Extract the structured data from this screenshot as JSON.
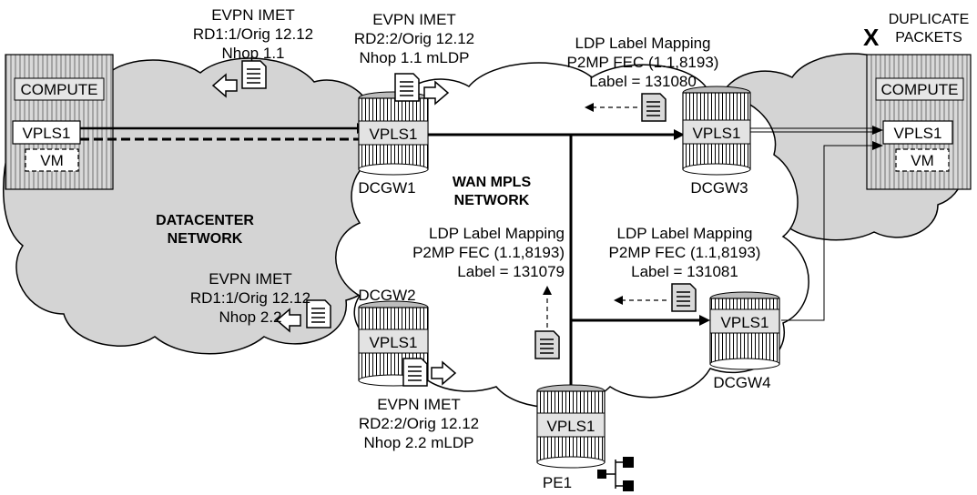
{
  "networks": {
    "datacenter": [
      "DATACENTER",
      "NETWORK"
    ],
    "wan": [
      "WAN MPLS",
      "NETWORK"
    ]
  },
  "nodes": {
    "dcgw1": {
      "name": "DCGW1",
      "service": "VPLS1"
    },
    "dcgw2": {
      "name": "DCGW2",
      "service": "VPLS1"
    },
    "dcgw3": {
      "name": "DCGW3",
      "service": "VPLS1"
    },
    "dcgw4": {
      "name": "DCGW4",
      "service": "VPLS1"
    },
    "pe1": {
      "name": "PE1",
      "service": "VPLS1"
    }
  },
  "compute_left": {
    "title": "COMPUTE",
    "service": "VPLS1",
    "vm": "VM"
  },
  "compute_right": {
    "title": "COMPUTE",
    "service": "VPLS1",
    "vm": "VM"
  },
  "duplicate": {
    "mark": "X",
    "lines": [
      "DUPLICATE",
      "PACKETS"
    ]
  },
  "messages": {
    "evpn_dcgw1_dc": [
      "EVPN IMET",
      "RD1:1/Orig 12.12",
      "Nhop 1.1"
    ],
    "evpn_dcgw1_wan": [
      "EVPN IMET",
      "RD2:2/Orig 12.12",
      "Nhop 1.1 mLDP"
    ],
    "evpn_dcgw2_dc": [
      "EVPN IMET",
      "RD1:1/Orig 12.12",
      "Nhop 2.2"
    ],
    "evpn_dcgw2_wan": [
      "EVPN IMET",
      "RD2:2/Orig 12.12",
      "Nhop 2.2 mLDP"
    ],
    "ldp_dcgw3": [
      "LDP Label Mapping",
      "P2MP FEC (1.1,8193)",
      "Label = 131080"
    ],
    "ldp_pe1": [
      "LDP Label Mapping",
      "P2MP FEC (1.1,8193)",
      "Label = 131079"
    ],
    "ldp_dcgw4": [
      "LDP Label Mapping",
      "P2MP FEC (1.1,8193)",
      "Label = 131081"
    ]
  }
}
